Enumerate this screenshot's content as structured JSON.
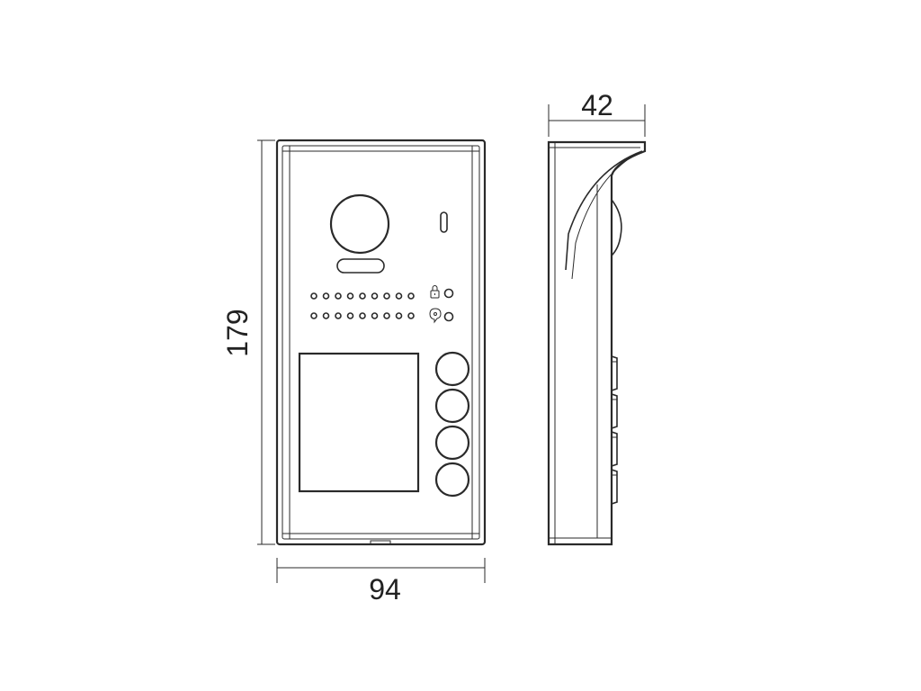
{
  "dimensions": {
    "height": "179",
    "width": "94",
    "depth": "42"
  },
  "indicators": {
    "lock_icon": "lock-icon",
    "talk_icon": "talk-icon"
  },
  "call_buttons": {
    "count": 4
  },
  "side_buttons": {
    "count": 4
  }
}
